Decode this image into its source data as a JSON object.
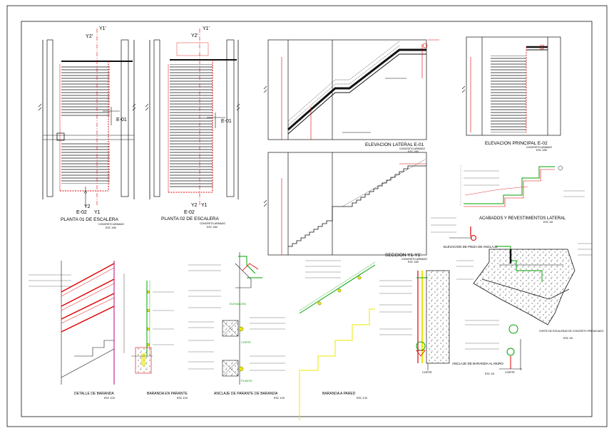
{
  "colors": {
    "line": "#111111",
    "red": "#e00000",
    "magenta": "#c0007a",
    "green": "#00a000",
    "yellow": "#e8e800",
    "cyan": "#00b0c0"
  },
  "views": {
    "planta01": {
      "title": "PLANTA 01 DE ESCALERA",
      "note": "CONCRETO ARMADO",
      "scale": "ESC 1/50",
      "tag_top": "Y2'",
      "tag_top2": "Y1'",
      "tag_bottom": "Y2",
      "tag_bottom2": "Y1",
      "section_tag": "E-01",
      "elev_tag": "E-02"
    },
    "planta02": {
      "title": "PLANTA 02 DE ESCALERA",
      "note": "CONCRETO ARMADO",
      "scale": "ESC 1/50",
      "tag_top": "Y2'",
      "tag_top2": "Y1'",
      "tag_bottom": "Y2",
      "tag_bottom2": "Y1",
      "section_tag": "E-01",
      "elev_tag": "E-02"
    },
    "elev_lateral": {
      "title": "ELEVACION LATERAL E-01",
      "note": "CONCRETO ARMADO",
      "scale": "ESC 1/50"
    },
    "elev_principal": {
      "title": "ELEVACION PRINCIPAL E-02",
      "note": "CONCRETO ARMADO",
      "scale": "ESC 1/50"
    },
    "seccion": {
      "title": "SECCION Y1-Y1'",
      "note": "CONCRETO ARMADO",
      "scale": "ESC 1/50"
    },
    "acabados": {
      "title": "ACABADOS Y REVESTIMIENTOS LATERAL",
      "scale": "ESC 1/5"
    },
    "elev_pieza": {
      "title": "ELEVACION DE PIEZA DE ANCLAJE"
    },
    "detalle_baranda": {
      "title": "DETALLE DE BARANDA",
      "scale": "ESC 1/10"
    },
    "baranda_parante": {
      "title": "BARANDA EN PARANTE",
      "scale": "ESC 1/10"
    },
    "anclaje_parante": {
      "title": "ANCLAJE DE PARANTE DE BARANDA",
      "scale": "ESC 1/10",
      "lbl_elev": "ELEVACION",
      "lbl_corte": "CORTE",
      "lbl_planta": "PLANTA"
    },
    "baranda_pared": {
      "title": "BARANDA A PARED",
      "scale": "ESC 1/10"
    },
    "anclaje_muro": {
      "title": "ANCLAJE DE BARANDA AL MURO",
      "scale": "ESC 1/5",
      "lbl_corte": "CORTE"
    },
    "corte_losa": {
      "title": "CORTE DE ESCALERAS DE CONCRETO PREVACIADO",
      "scale": "ESC 1/5",
      "lbl_corte": "CORTE"
    }
  }
}
